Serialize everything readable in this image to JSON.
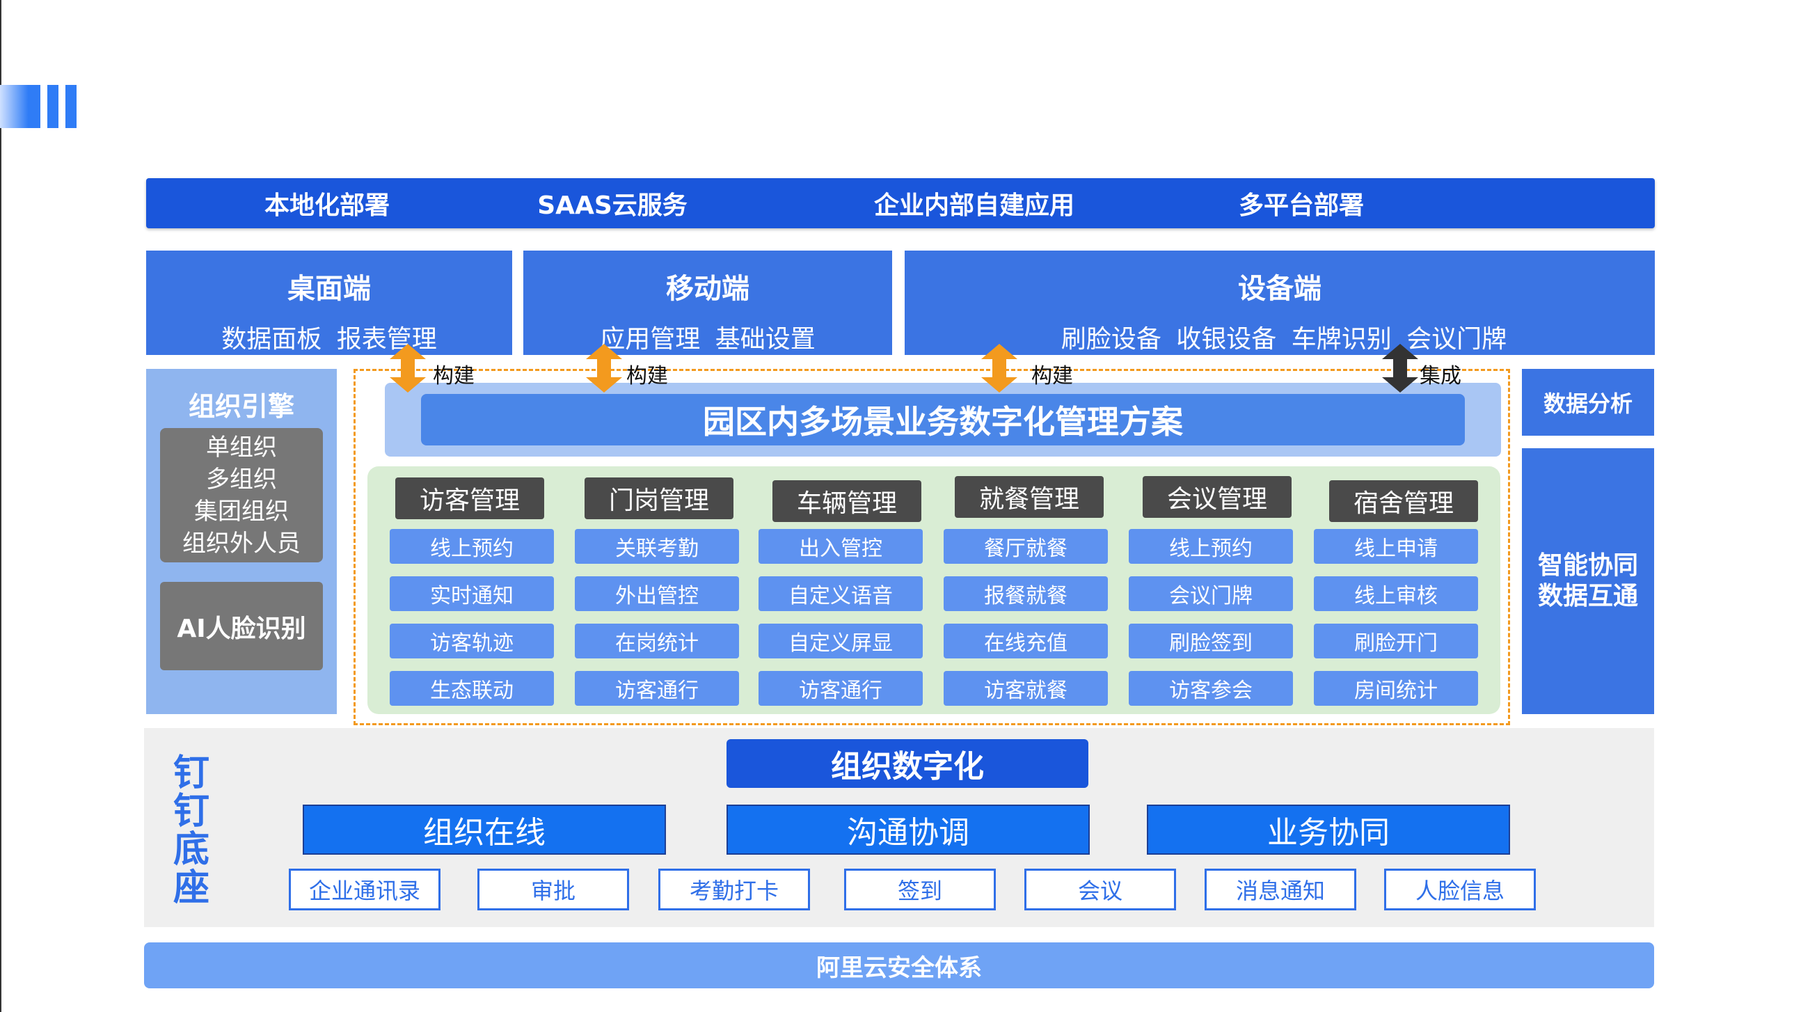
{
  "deployment": [
    "本地化部署",
    "SAAS云服务",
    "企业内部自建应用",
    "多平台部署"
  ],
  "terminals": {
    "desktop": {
      "title": "桌面端",
      "items": "数据面板  报表管理"
    },
    "mobile": {
      "title": "移动端",
      "items": "应用管理  基础设置"
    },
    "device": {
      "title": "设备端",
      "items": "刷脸设备  收银设备  车牌识别  会议门牌"
    }
  },
  "arrows": [
    {
      "label": "构建",
      "color": "#f39a1e"
    },
    {
      "label": "构建",
      "color": "#f39a1e"
    },
    {
      "label": "构建",
      "color": "#f39a1e"
    },
    {
      "label": "集成",
      "color": "#333333"
    }
  ],
  "org_engine": {
    "title": "组织引擎",
    "items": [
      "单组织",
      "多组织",
      "集团组织",
      "组织外人员"
    ],
    "ai": "AI人脸识别"
  },
  "solution_title": "园区内多场景业务数字化管理方案",
  "modules": [
    {
      "name": "访客管理",
      "items": [
        "线上预约",
        "实时通知",
        "访客轨迹",
        "生态联动"
      ]
    },
    {
      "name": "门岗管理",
      "items": [
        "关联考勤",
        "外出管控",
        "在岗统计",
        "访客通行"
      ]
    },
    {
      "name": "车辆管理",
      "items": [
        "出入管控",
        "自定义语音",
        "自定义屏显",
        "访客通行"
      ]
    },
    {
      "name": "就餐管理",
      "items": [
        "餐厅就餐",
        "报餐就餐",
        "在线充值",
        "访客就餐"
      ]
    },
    {
      "name": "会议管理",
      "items": [
        "线上预约",
        "会议门牌",
        "刷脸签到",
        "访客参会"
      ]
    },
    {
      "name": "宿舍管理",
      "items": [
        "线上申请",
        "线上审核",
        "刷脸开门",
        "房间统计"
      ]
    }
  ],
  "right_column": {
    "data_analysis": "数据分析",
    "smart_collab": [
      "智能协同",
      "数据互通"
    ]
  },
  "dingtalk": {
    "label": [
      "钉",
      "钉",
      "底",
      "座"
    ],
    "title": "组织数字化",
    "pillars": [
      "组织在线",
      "沟通协调",
      "业务协同"
    ],
    "items": [
      "企业通讯录",
      "审批",
      "考勤打卡",
      "签到",
      "会议",
      "消息通知",
      "人脸信息"
    ]
  },
  "security": "阿里云安全体系",
  "colors": {
    "primary": "#1a56db",
    "panel": "#3b74e3",
    "accent_orange": "#f39a1e",
    "module_bg": "#d9edd4",
    "module_item": "#5e92f0"
  }
}
